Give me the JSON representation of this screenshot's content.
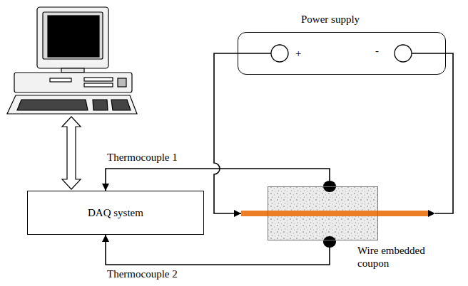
{
  "diagram": {
    "nodes": [
      {
        "text": [
          "Power supply",
          "+",
          "-"
        ]
      },
      {
        "text": [
          "DAQ system"
        ]
      },
      {
        "text": [
          "Wire embedded coupon"
        ]
      }
    ],
    "edges": [
      {
        "from": 2,
        "to": 1,
        "arrow": "to",
        "label": "Thermocouple 1"
      },
      {
        "from": 2,
        "to": 1,
        "arrow": "to",
        "label": "Thermocouple 2"
      },
      {
        "from": 0,
        "to": 2,
        "arrow": "to"
      },
      {
        "from": 0,
        "to": 2,
        "arrow": "to"
      }
    ]
  }
}
